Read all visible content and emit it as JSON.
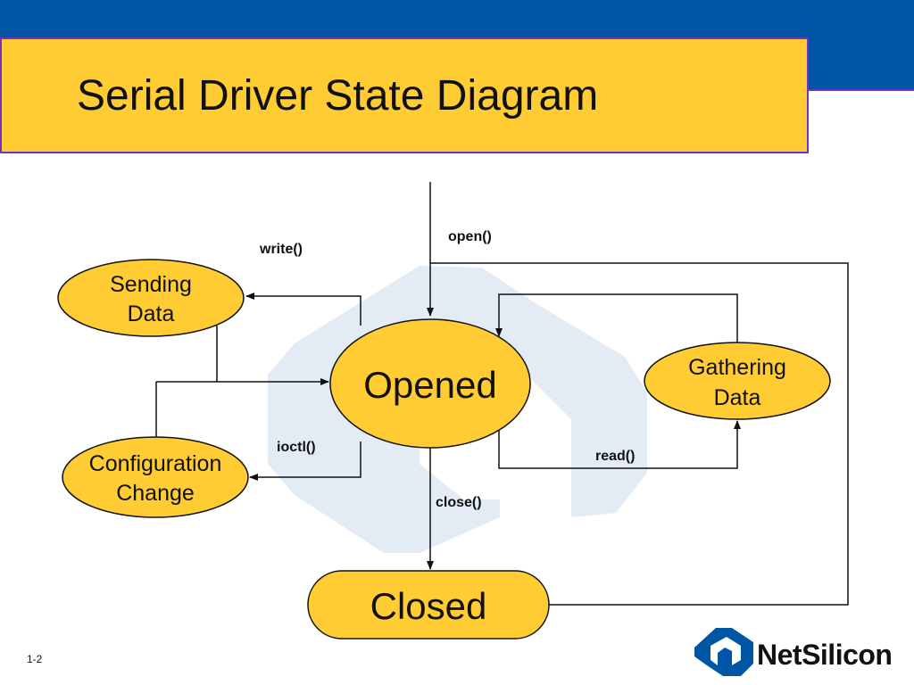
{
  "slide": {
    "title": "Serial Driver State Diagram",
    "number": "1-2",
    "brand": "NetSilicon"
  },
  "diagram": {
    "states": {
      "opened": "Opened",
      "closed": "Closed",
      "sending_line1": "Sending",
      "sending_line2": "Data",
      "gathering_line1": "Gathering",
      "gathering_line2": "Data",
      "config_line1": "Configuration",
      "config_line2": "Change"
    },
    "transitions": {
      "open": "open()",
      "write": "write()",
      "ioctl": "ioctl()",
      "read": "read()",
      "close": "close()"
    }
  },
  "colors": {
    "state_fill": "#ffcc33",
    "band": "#0055a4",
    "border": "#7a2fc4",
    "watermark": "#e3ebf5"
  }
}
